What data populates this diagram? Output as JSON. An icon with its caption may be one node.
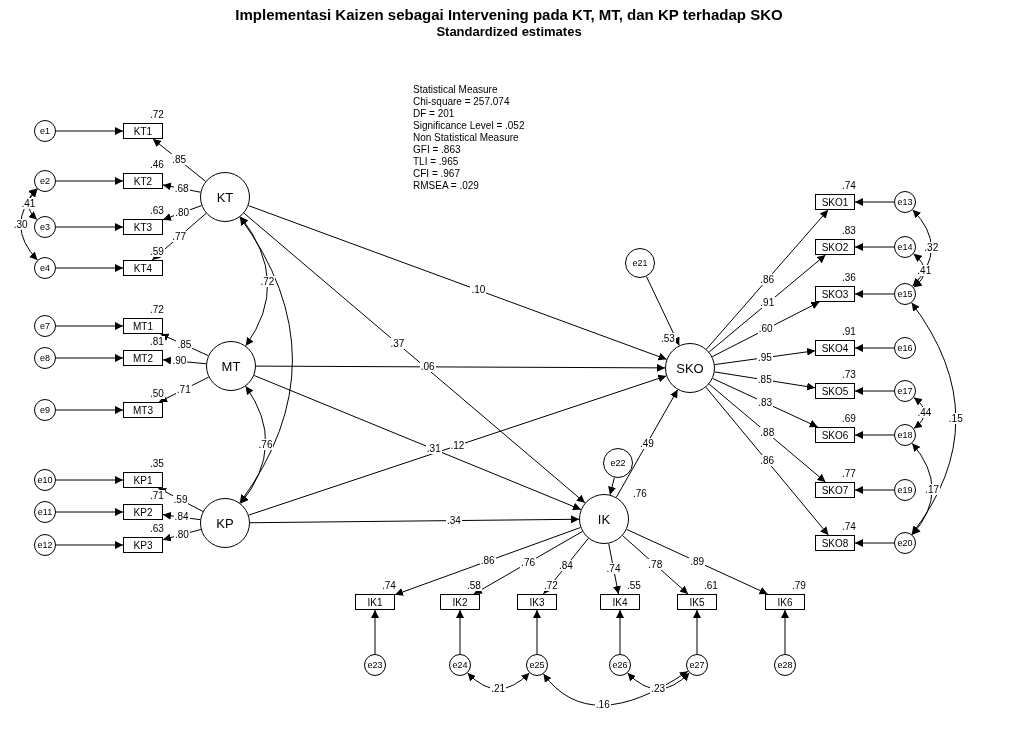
{
  "diagram": {
    "title": "Implementasi Kaizen sebagai Intervening pada KT, MT, dan KP terhadap SKO",
    "nodes": [
      {
        "text": [
          "e1"
        ]
      },
      {
        "text": [
          "KT1"
        ],
        "beside": [
          ".72"
        ]
      },
      {
        "text": [
          "e2"
        ]
      },
      {
        "text": [
          "KT2"
        ],
        "beside": [
          ".46"
        ]
      },
      {
        "text": [
          "e3"
        ]
      },
      {
        "text": [
          "KT3"
        ],
        "beside": [
          ".63"
        ]
      },
      {
        "text": [
          "e4"
        ]
      },
      {
        "text": [
          "KT4"
        ],
        "beside": [
          ".59"
        ]
      },
      {
        "text": [
          "KT"
        ]
      },
      {
        "text": [
          "e7"
        ]
      },
      {
        "text": [
          "MT1"
        ],
        "beside": [
          ".72"
        ]
      },
      {
        "text": [
          "e8"
        ]
      },
      {
        "text": [
          "MT2"
        ],
        "beside": [
          ".81"
        ]
      },
      {
        "text": [
          "e9"
        ]
      },
      {
        "text": [
          "MT3"
        ],
        "beside": [
          ".50"
        ]
      },
      {
        "text": [
          "MT"
        ]
      },
      {
        "text": [
          "e10"
        ]
      },
      {
        "text": [
          "KP1"
        ],
        "beside": [
          ".35"
        ]
      },
      {
        "text": [
          "e11"
        ]
      },
      {
        "text": [
          "KP2"
        ],
        "beside": [
          ".71"
        ]
      },
      {
        "text": [
          "e12"
        ]
      },
      {
        "text": [
          "KP3"
        ],
        "beside": [
          ".63"
        ]
      },
      {
        "text": [
          "KP"
        ]
      },
      {
        "text": [
          "e21"
        ]
      },
      {
        "text": [
          "SKO"
        ],
        "beside": [
          ".53"
        ]
      },
      {
        "text": [
          "SKO1"
        ],
        "beside": [
          ".74"
        ]
      },
      {
        "text": [
          "e13"
        ]
      },
      {
        "text": [
          "SKO2"
        ],
        "beside": [
          ".83"
        ]
      },
      {
        "text": [
          "e14"
        ]
      },
      {
        "text": [
          "SKO3"
        ],
        "beside": [
          ".36"
        ]
      },
      {
        "text": [
          "e15"
        ]
      },
      {
        "text": [
          "SKO4"
        ],
        "beside": [
          ".91"
        ]
      },
      {
        "text": [
          "e16"
        ]
      },
      {
        "text": [
          "SKO5"
        ],
        "beside": [
          ".73"
        ]
      },
      {
        "text": [
          "e17"
        ]
      },
      {
        "text": [
          "SKO6"
        ],
        "beside": [
          ".69"
        ]
      },
      {
        "text": [
          "e18"
        ]
      },
      {
        "text": [
          "SKO7"
        ],
        "beside": [
          ".77"
        ]
      },
      {
        "text": [
          "e19"
        ]
      },
      {
        "text": [
          "SKO8"
        ],
        "beside": [
          ".74"
        ]
      },
      {
        "text": [
          "e20"
        ]
      },
      {
        "text": [
          "e22"
        ]
      },
      {
        "text": [
          "IK"
        ],
        "beside": [
          ".76"
        ]
      },
      {
        "text": [
          "IK1"
        ],
        "beside": [
          ".74"
        ]
      },
      {
        "text": [
          "IK2"
        ],
        "beside": [
          ".58"
        ]
      },
      {
        "text": [
          "IK3"
        ],
        "beside": [
          ".72"
        ]
      },
      {
        "text": [
          "IK4"
        ],
        "beside": [
          ".55"
        ]
      },
      {
        "text": [
          "IK5"
        ],
        "beside": [
          ".61"
        ]
      },
      {
        "text": [
          "IK6"
        ],
        "beside": [
          ".79"
        ]
      },
      {
        "text": [
          "e23"
        ]
      },
      {
        "text": [
          "e24"
        ]
      },
      {
        "text": [
          "e25"
        ]
      },
      {
        "text": [
          "e26"
        ]
      },
      {
        "text": [
          "e27"
        ]
      },
      {
        "text": [
          "e28"
        ]
      }
    ],
    "edges": [
      {
        "from": 0,
        "to": 1,
        "arrow": "to"
      },
      {
        "from": 2,
        "to": 3,
        "arrow": "to"
      },
      {
        "from": 4,
        "to": 5,
        "arrow": "to"
      },
      {
        "from": 6,
        "to": 7,
        "arrow": "to"
      },
      {
        "from": 8,
        "to": 1,
        "arrow": "to",
        "label": ".85"
      },
      {
        "from": 8,
        "to": 3,
        "arrow": "to",
        "label": ".68"
      },
      {
        "from": 8,
        "to": 5,
        "arrow": "to",
        "label": ".80"
      },
      {
        "from": 8,
        "to": 7,
        "arrow": "to",
        "label": ".77"
      },
      {
        "from": 2,
        "to": 4,
        "arrow": "both",
        "label": ".41"
      },
      {
        "from": 2,
        "to": 6,
        "arrow": "both",
        "label": ".30"
      },
      {
        "from": 9,
        "to": 10,
        "arrow": "to"
      },
      {
        "from": 11,
        "to": 12,
        "arrow": "to"
      },
      {
        "from": 13,
        "to": 14,
        "arrow": "to"
      },
      {
        "from": 15,
        "to": 10,
        "arrow": "to",
        "label": ".85"
      },
      {
        "from": 15,
        "to": 12,
        "arrow": "to",
        "label": ".90"
      },
      {
        "from": 15,
        "to": 14,
        "arrow": "to",
        "label": ".71"
      },
      {
        "from": 16,
        "to": 17,
        "arrow": "to"
      },
      {
        "from": 18,
        "to": 19,
        "arrow": "to"
      },
      {
        "from": 20,
        "to": 21,
        "arrow": "to"
      },
      {
        "from": 22,
        "to": 17,
        "arrow": "to",
        "label": ".59"
      },
      {
        "from": 22,
        "to": 19,
        "arrow": "to",
        "label": ".84"
      },
      {
        "from": 22,
        "to": 21,
        "arrow": "to",
        "label": ".80"
      },
      {
        "from": 8,
        "to": 15,
        "arrow": "both",
        "label": ".72"
      },
      {
        "from": 15,
        "to": 22,
        "arrow": "both",
        "label": ".76"
      },
      {
        "from": 8,
        "to": 22,
        "arrow": "both"
      },
      {
        "from": 8,
        "to": 24,
        "arrow": "to",
        "label": ".10"
      },
      {
        "from": 15,
        "to": 24,
        "arrow": "to",
        "label": ".06"
      },
      {
        "from": 22,
        "to": 24,
        "arrow": "to",
        "label": ".12"
      },
      {
        "from": 8,
        "to": 42,
        "arrow": "to",
        "label": ".37"
      },
      {
        "from": 15,
        "to": 42,
        "arrow": "to",
        "label": ".31"
      },
      {
        "from": 22,
        "to": 42,
        "arrow": "to",
        "label": ".34"
      },
      {
        "from": 42,
        "to": 24,
        "arrow": "to",
        "label": ".49"
      },
      {
        "from": 23,
        "to": 24,
        "arrow": "to"
      },
      {
        "from": 41,
        "to": 42,
        "arrow": "to"
      },
      {
        "from": 24,
        "to": 25,
        "arrow": "to",
        "label": ".86"
      },
      {
        "from": 24,
        "to": 27,
        "arrow": "to",
        "label": ".91"
      },
      {
        "from": 24,
        "to": 29,
        "arrow": "to",
        "label": ".60"
      },
      {
        "from": 24,
        "to": 31,
        "arrow": "to",
        "label": ".95"
      },
      {
        "from": 24,
        "to": 33,
        "arrow": "to",
        "label": ".85"
      },
      {
        "from": 24,
        "to": 35,
        "arrow": "to",
        "label": ".83"
      },
      {
        "from": 24,
        "to": 37,
        "arrow": "to",
        "label": ".88"
      },
      {
        "from": 24,
        "to": 39,
        "arrow": "to",
        "label": ".86"
      },
      {
        "from": 26,
        "to": 25,
        "arrow": "to"
      },
      {
        "from": 28,
        "to": 27,
        "arrow": "to"
      },
      {
        "from": 30,
        "to": 29,
        "arrow": "to"
      },
      {
        "from": 32,
        "to": 31,
        "arrow": "to"
      },
      {
        "from": 34,
        "to": 33,
        "arrow": "to"
      },
      {
        "from": 36,
        "to": 35,
        "arrow": "to"
      },
      {
        "from": 38,
        "to": 37,
        "arrow": "to"
      },
      {
        "from": 40,
        "to": 39,
        "arrow": "to"
      },
      {
        "from": 26,
        "to": 30,
        "arrow": "both",
        "label": ".32"
      },
      {
        "from": 28,
        "to": 30,
        "arrow": "both",
        "label": ".41"
      },
      {
        "from": 30,
        "to": 40,
        "arrow": "both",
        "label": ".15"
      },
      {
        "from": 34,
        "to": 36,
        "arrow": "both",
        "label": ".44"
      },
      {
        "from": 36,
        "to": 40,
        "arrow": "both",
        "label": ".17"
      },
      {
        "from": 42,
        "to": 43,
        "arrow": "to",
        "label": ".86"
      },
      {
        "from": 42,
        "to": 44,
        "arrow": "to",
        "label": ".76"
      },
      {
        "from": 42,
        "to": 45,
        "arrow": "to",
        "label": ".84"
      },
      {
        "from": 42,
        "to": 46,
        "arrow": "to",
        "label": ".74"
      },
      {
        "from": 42,
        "to": 47,
        "arrow": "to",
        "label": ".78"
      },
      {
        "from": 42,
        "to": 48,
        "arrow": "to",
        "label": ".89"
      },
      {
        "from": 49,
        "to": 43,
        "arrow": "to"
      },
      {
        "from": 50,
        "to": 44,
        "arrow": "to"
      },
      {
        "from": 51,
        "to": 45,
        "arrow": "to"
      },
      {
        "from": 52,
        "to": 46,
        "arrow": "to"
      },
      {
        "from": 53,
        "to": 47,
        "arrow": "to"
      },
      {
        "from": 54,
        "to": 48,
        "arrow": "to"
      },
      {
        "from": 50,
        "to": 51,
        "arrow": "both",
        "label": ".21"
      },
      {
        "from": 52,
        "to": 53,
        "arrow": "both",
        "label": ".23"
      },
      {
        "from": 51,
        "to": 53,
        "arrow": "both",
        "label": ".16"
      }
    ],
    "labels": [
      "Standardized estimates",
      "Statistical Measure",
      "Chi-square = 257.074",
      "DF = 201",
      "Significance Level = .052",
      "Non Statistical Measure",
      "GFI = .863",
      "TLI = .965",
      "CFI = .967",
      "RMSEA = .029"
    ]
  }
}
